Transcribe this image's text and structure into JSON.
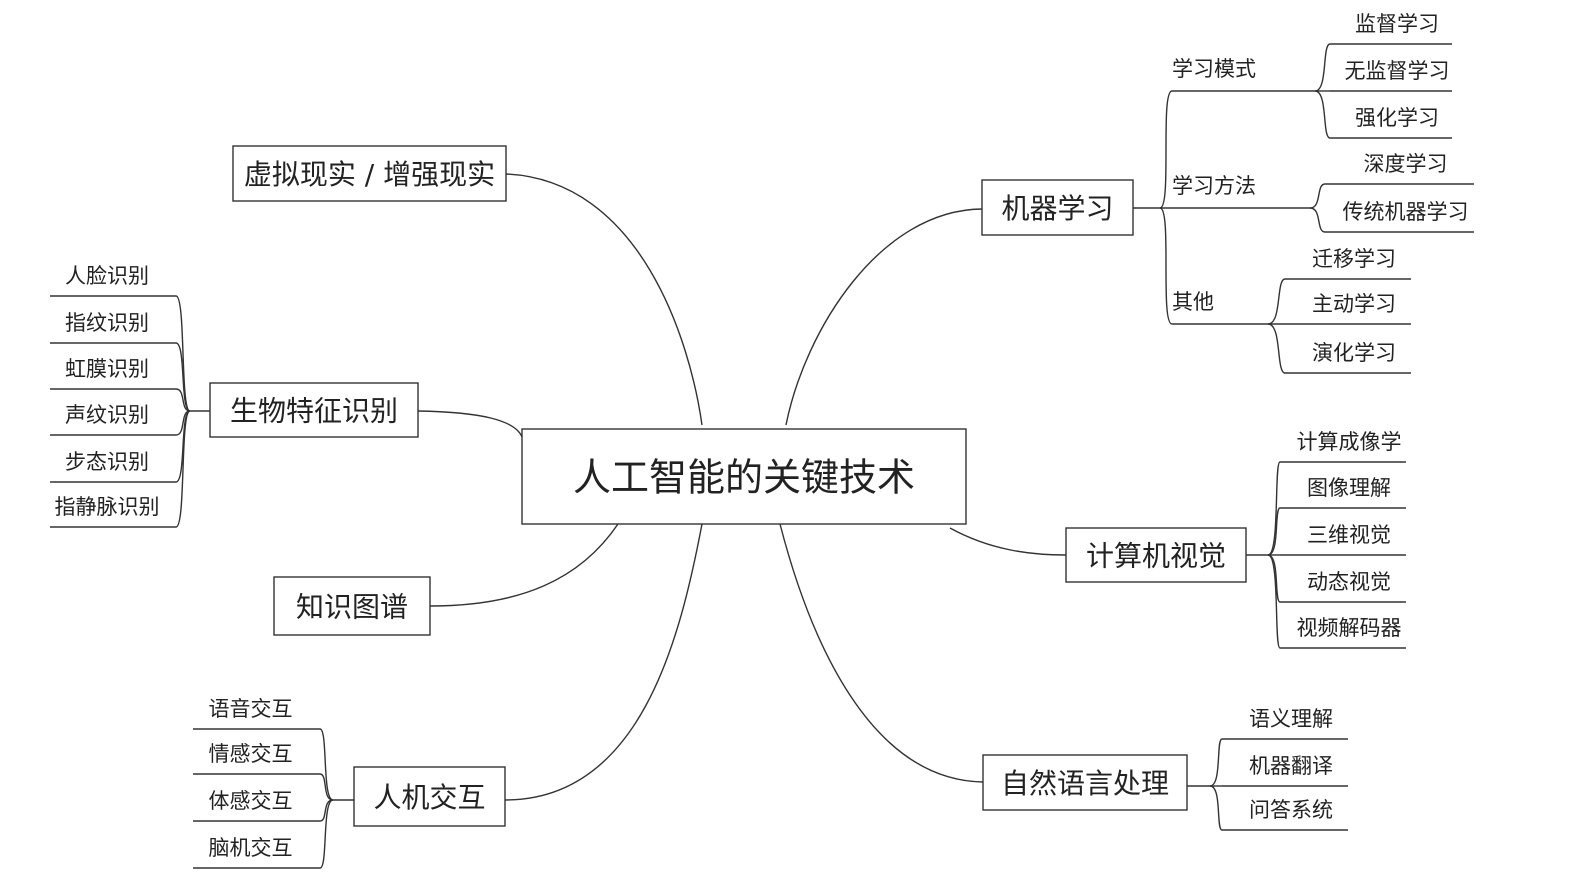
{
  "root": {
    "label": "人工智能的关键技术"
  },
  "branches": {
    "ml": {
      "label": "机器学习",
      "groups": [
        {
          "label": "学习模式",
          "items": [
            "监督学习",
            "无监督学习",
            "强化学习"
          ]
        },
        {
          "label": "学习方法",
          "items": [
            "深度学习",
            "传统机器学习"
          ]
        },
        {
          "label": "其他",
          "items": [
            "迁移学习",
            "主动学习",
            "演化学习"
          ]
        }
      ]
    },
    "cv": {
      "label": "计算机视觉",
      "items": [
        "计算成像学",
        "图像理解",
        "三维视觉",
        "动态视觉",
        "视频解码器"
      ]
    },
    "nlp": {
      "label": "自然语言处理",
      "items": [
        "语义理解",
        "机器翻译",
        "问答系统"
      ]
    },
    "vr": {
      "label": "虚拟现实 / 增强现实"
    },
    "bio": {
      "label": "生物特征识别",
      "items": [
        "人脸识别",
        "指纹识别",
        "虹膜识别",
        "声纹识别",
        "步态识别",
        "指静脉识别"
      ]
    },
    "kg": {
      "label": "知识图谱"
    },
    "hci": {
      "label": "人机交互",
      "items": [
        "语音交互",
        "情感交互",
        "体感交互",
        "脑机交互"
      ]
    }
  }
}
